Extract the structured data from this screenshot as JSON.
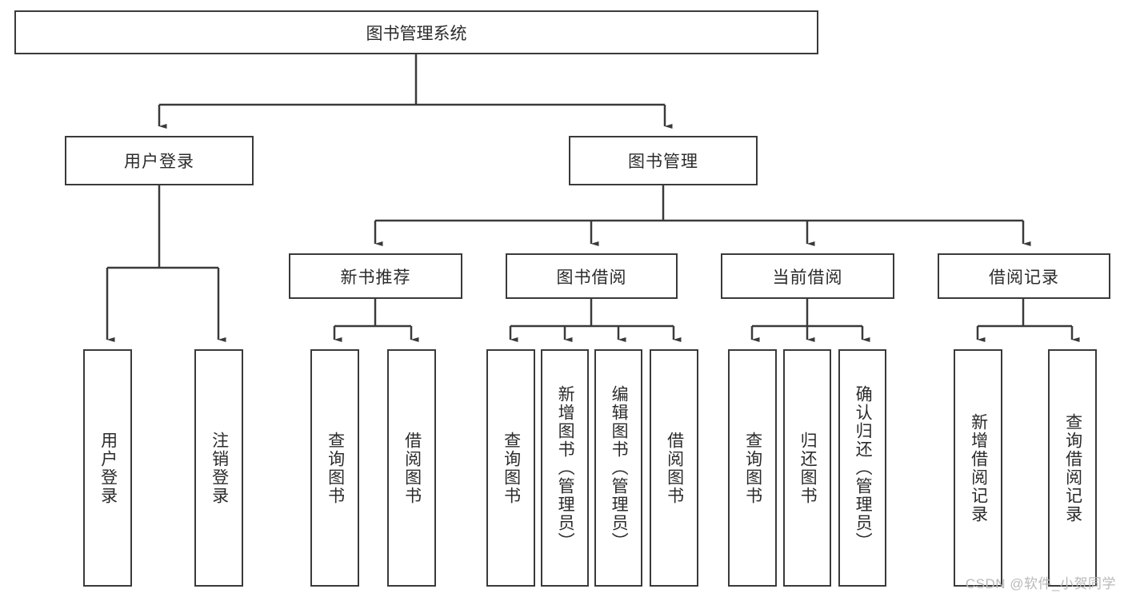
{
  "diagram": {
    "title": "图书管理系统",
    "type": "tree-hierarchy-diagram",
    "root": {
      "label": "图书管理系统"
    },
    "level2": [
      {
        "label": "用户登录"
      },
      {
        "label": "图书管理"
      }
    ],
    "level3": [
      {
        "label": "新书推荐"
      },
      {
        "label": "图书借阅"
      },
      {
        "label": "当前借阅"
      },
      {
        "label": "借阅记录"
      }
    ],
    "leaves": {
      "user_login": [
        {
          "label": "用户登录"
        },
        {
          "label": "注销登录"
        }
      ],
      "new_book_recommend": [
        {
          "label": "查询图书"
        },
        {
          "label": "借阅图书"
        }
      ],
      "book_borrow": [
        {
          "label": "查询图书"
        },
        {
          "label": "新增图书（管理员）"
        },
        {
          "label": "编辑图书（管理员）"
        },
        {
          "label": "借阅图书"
        }
      ],
      "current_borrow": [
        {
          "label": "查询图书"
        },
        {
          "label": "归还图书"
        },
        {
          "label": "确认归还（管理员）"
        }
      ],
      "borrow_records": [
        {
          "label": "新增借阅记录"
        },
        {
          "label": "查询借阅记录"
        }
      ]
    }
  },
  "watermark": {
    "text": "CSDN @软件_小贺同学"
  },
  "colors": {
    "stroke": "#3a3a3a",
    "text": "#2b2b2b",
    "background": "#ffffff",
    "watermark": "#b9b9b9"
  }
}
